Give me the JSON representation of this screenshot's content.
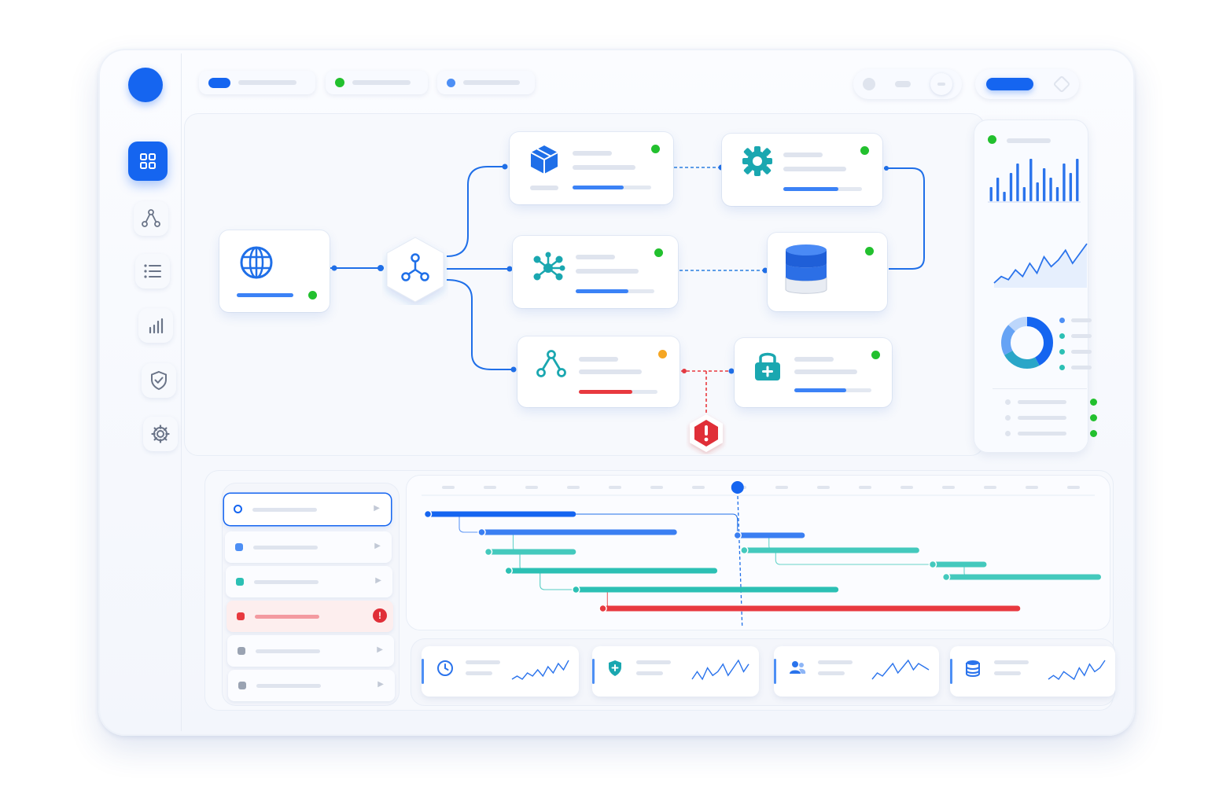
{
  "colors": {
    "accent": "#1565f0",
    "teal": "#2cc0b4",
    "success": "#22c02e",
    "warning": "#f5a623",
    "error": "#e8393f",
    "neutral_bar": "#dfe4ee"
  },
  "sidebar": {
    "items": [
      {
        "icon": "grid-icon",
        "active": true
      },
      {
        "icon": "network-icon",
        "active": false
      },
      {
        "icon": "list-icon",
        "active": false
      },
      {
        "icon": "bar-chart-icon",
        "active": false
      },
      {
        "icon": "shield-check-icon",
        "active": false
      },
      {
        "icon": "gear-icon",
        "active": false
      }
    ]
  },
  "topbar": {
    "tabs": [
      {
        "indicator": "blue-pill",
        "color": "#1565f0"
      },
      {
        "indicator": "green-dot",
        "color": "#22c02e"
      },
      {
        "indicator": "blue-dot",
        "color": "#4d8ff5"
      }
    ],
    "controls": [
      "toggle-control",
      "toggle-control",
      "primary-action",
      "settings-icon"
    ]
  },
  "workflow": {
    "nodes": [
      {
        "id": "globe",
        "icon": "globe-icon",
        "status": "success",
        "progress": 1.0
      },
      {
        "id": "hub",
        "icon": "hub-icon"
      },
      {
        "id": "cube",
        "icon": "cube-icon",
        "status": "success",
        "progress": 0.65
      },
      {
        "id": "gear",
        "icon": "gear-icon",
        "status": "success",
        "progress": 0.7
      },
      {
        "id": "molecule",
        "icon": "molecule-icon",
        "status": "success",
        "progress": 0.67
      },
      {
        "id": "database",
        "icon": "database-icon",
        "status": "success"
      },
      {
        "id": "share",
        "icon": "share-icon",
        "status": "warning",
        "progress": 0.68
      },
      {
        "id": "lock",
        "icon": "lock-icon",
        "status": "success",
        "progress": 0.67
      },
      {
        "id": "alert",
        "icon": "alert-icon",
        "status": "error"
      }
    ]
  },
  "right_panel": {
    "header_status": "success",
    "bar_chart_values": [
      3,
      5,
      2,
      6,
      8,
      3,
      9,
      4,
      7,
      5,
      3,
      8,
      6,
      9
    ],
    "line_chart_values": [
      2,
      3,
      2.5,
      4,
      3,
      5,
      3.5,
      6,
      4.5,
      5.5,
      7,
      5,
      6.5,
      8
    ],
    "donut_segments": [
      0.42,
      0.25,
      0.2,
      0.13
    ],
    "legend_colors": [
      "#4d8ff5",
      "#2cc0b4",
      "#2cc0b4",
      "#2cc0b4"
    ],
    "status_rows": [
      "success",
      "success",
      "success"
    ]
  },
  "task_list": {
    "rows": [
      {
        "state": "selected",
        "chip": "ring",
        "color": "#1565f0"
      },
      {
        "state": "normal",
        "chip": "square",
        "color": "#4d8ff5"
      },
      {
        "state": "normal",
        "chip": "square",
        "color": "#2cc0b4"
      },
      {
        "state": "error",
        "chip": "square",
        "color": "#e8393f"
      },
      {
        "state": "normal",
        "chip": "square",
        "color": "#9aa3b2"
      },
      {
        "state": "normal",
        "chip": "square",
        "color": "#9aa3b2"
      }
    ]
  },
  "timeline": {
    "playhead": 0.46,
    "bars": [
      {
        "color": "#1565f0",
        "start": 0.0,
        "end": 0.22
      },
      {
        "color": "#3b7ff2",
        "start": 0.08,
        "end": 0.37
      },
      {
        "color": "#3b7ff2",
        "start": 0.46,
        "end": 0.56
      },
      {
        "color": "#44c9bd",
        "start": 0.09,
        "end": 0.22
      },
      {
        "color": "#44c9bd",
        "start": 0.47,
        "end": 0.73
      },
      {
        "color": "#44c9bd",
        "start": 0.75,
        "end": 0.83
      },
      {
        "color": "#44c9bd",
        "start": 0.77,
        "end": 1.0
      },
      {
        "color": "#2cc0b4",
        "start": 0.12,
        "end": 0.43
      },
      {
        "color": "#2cc0b4",
        "start": 0.22,
        "end": 0.61
      },
      {
        "color": "#e8393f",
        "start": 0.26,
        "end": 0.88
      }
    ]
  },
  "metrics": [
    {
      "icon": "clock-icon",
      "spark": [
        3,
        4,
        3,
        5,
        4,
        6,
        4,
        7,
        5,
        8,
        6,
        9
      ]
    },
    {
      "icon": "shield-plus-icon",
      "spark": [
        3,
        5,
        3,
        6,
        4,
        5,
        7,
        4,
        6,
        8,
        5,
        7
      ]
    },
    {
      "icon": "users-icon",
      "spark": [
        2,
        4,
        3,
        5,
        7,
        4,
        6,
        8,
        5,
        7,
        6,
        5
      ]
    },
    {
      "icon": "database-icon",
      "spark": [
        3,
        4,
        3,
        5,
        4,
        3,
        6,
        4,
        7,
        5,
        6,
        8
      ]
    }
  ]
}
